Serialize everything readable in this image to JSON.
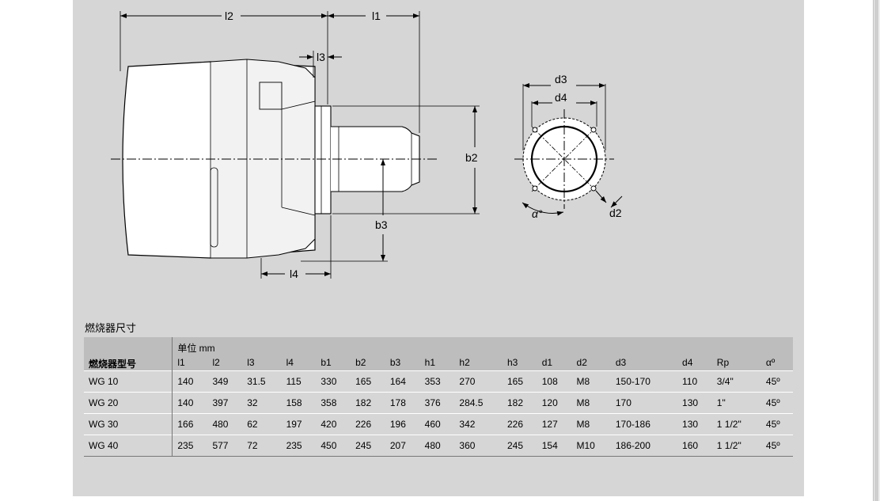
{
  "caption": "燃烧器尺寸",
  "drawing_labels": {
    "l2": "l2",
    "l1": "l1",
    "l3": "l3",
    "l4": "l4",
    "b2": "b2",
    "b3": "b3",
    "d3": "d3",
    "d4": "d4",
    "d2": "d2",
    "alpha": "α°"
  },
  "table": {
    "model_header": "燃烧器型号",
    "unit_header": "单位 mm",
    "columns": [
      "l1",
      "l2",
      "l3",
      "l4",
      "b1",
      "b2",
      "b3",
      "h1",
      "h2",
      "h3",
      "d1",
      "d2",
      "d3",
      "d4",
      "Rp",
      "αº"
    ],
    "rows": [
      {
        "model": "WG 10",
        "values": [
          "140",
          "349",
          "31.5",
          "115",
          "330",
          "165",
          "164",
          "353",
          "270",
          "165",
          "108",
          "M8",
          "150-170",
          "110",
          "3/4\"",
          "45º"
        ]
      },
      {
        "model": "WG 20",
        "values": [
          "140",
          "397",
          "32",
          "158",
          "358",
          "182",
          "178",
          "376",
          "284.5",
          "182",
          "120",
          "M8",
          "170",
          "130",
          "1\"",
          "45º"
        ]
      },
      {
        "model": "WG 30",
        "values": [
          "166",
          "480",
          "62",
          "197",
          "420",
          "226",
          "196",
          "460",
          "342",
          "226",
          "127",
          "M8",
          "170-186",
          "130",
          "1 1/2\"",
          "45º"
        ]
      },
      {
        "model": "WG 40",
        "values": [
          "235",
          "577",
          "72",
          "235",
          "450",
          "245",
          "207",
          "480",
          "360",
          "245",
          "154",
          "M10",
          "186-200",
          "160",
          "1 1/2\"",
          "45º"
        ]
      }
    ]
  }
}
